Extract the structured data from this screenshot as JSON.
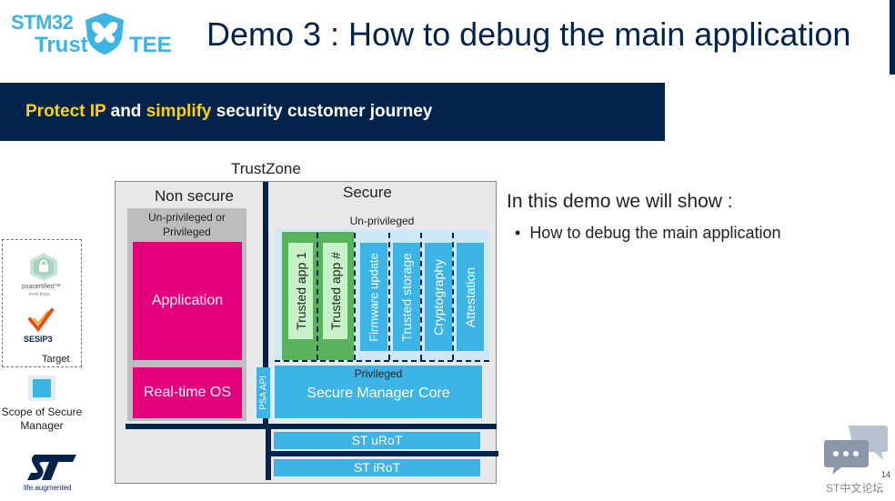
{
  "logo": {
    "line1": "STM32",
    "line2": "Trust",
    "line3": "TEE",
    "icon": "butterfly-shield-icon"
  },
  "slide": {
    "title": "Demo 3 : How to debug the main application",
    "page_number": "14"
  },
  "banner": {
    "part1": "Protect IP",
    "part2": " and ",
    "part3": "simplify",
    "part4": " security customer journey"
  },
  "diagram": {
    "trustzone_label": "TrustZone",
    "non_secure": {
      "label": "Non secure",
      "privilege_label": "Un-privileged or Privileged",
      "application": "Application",
      "rtos": "Real-time OS"
    },
    "secure": {
      "label": "Secure",
      "unprivileged_label": "Un-privileged",
      "trusted_apps": [
        "Trusted app 1",
        "Trusted app #"
      ],
      "services": [
        "Firmware update",
        "Trusted storage",
        "Cryptography",
        "Attestation"
      ],
      "psa_api": "PSA API",
      "privileged_label": "Privileged",
      "core": "Secure Manager Core",
      "urot": "ST uRoT",
      "irot": "ST iRoT"
    }
  },
  "content": {
    "heading": "In this demo we will show :",
    "bullets": [
      "How to debug the main application"
    ]
  },
  "legend": {
    "psa_certified": "psacertified™",
    "psa_level": "level three",
    "sesip": "SESIP3",
    "target": "Target",
    "scope": "Scope of Secure Manager"
  },
  "brand": {
    "st_tagline": "life.augmented"
  },
  "footer": {
    "forum": "ST中文论坛"
  },
  "colors": {
    "navy": "#03234b",
    "cyan": "#3cb4e5",
    "magenta": "#e4007c",
    "green": "#59b35c",
    "yellow": "#ffd200"
  }
}
